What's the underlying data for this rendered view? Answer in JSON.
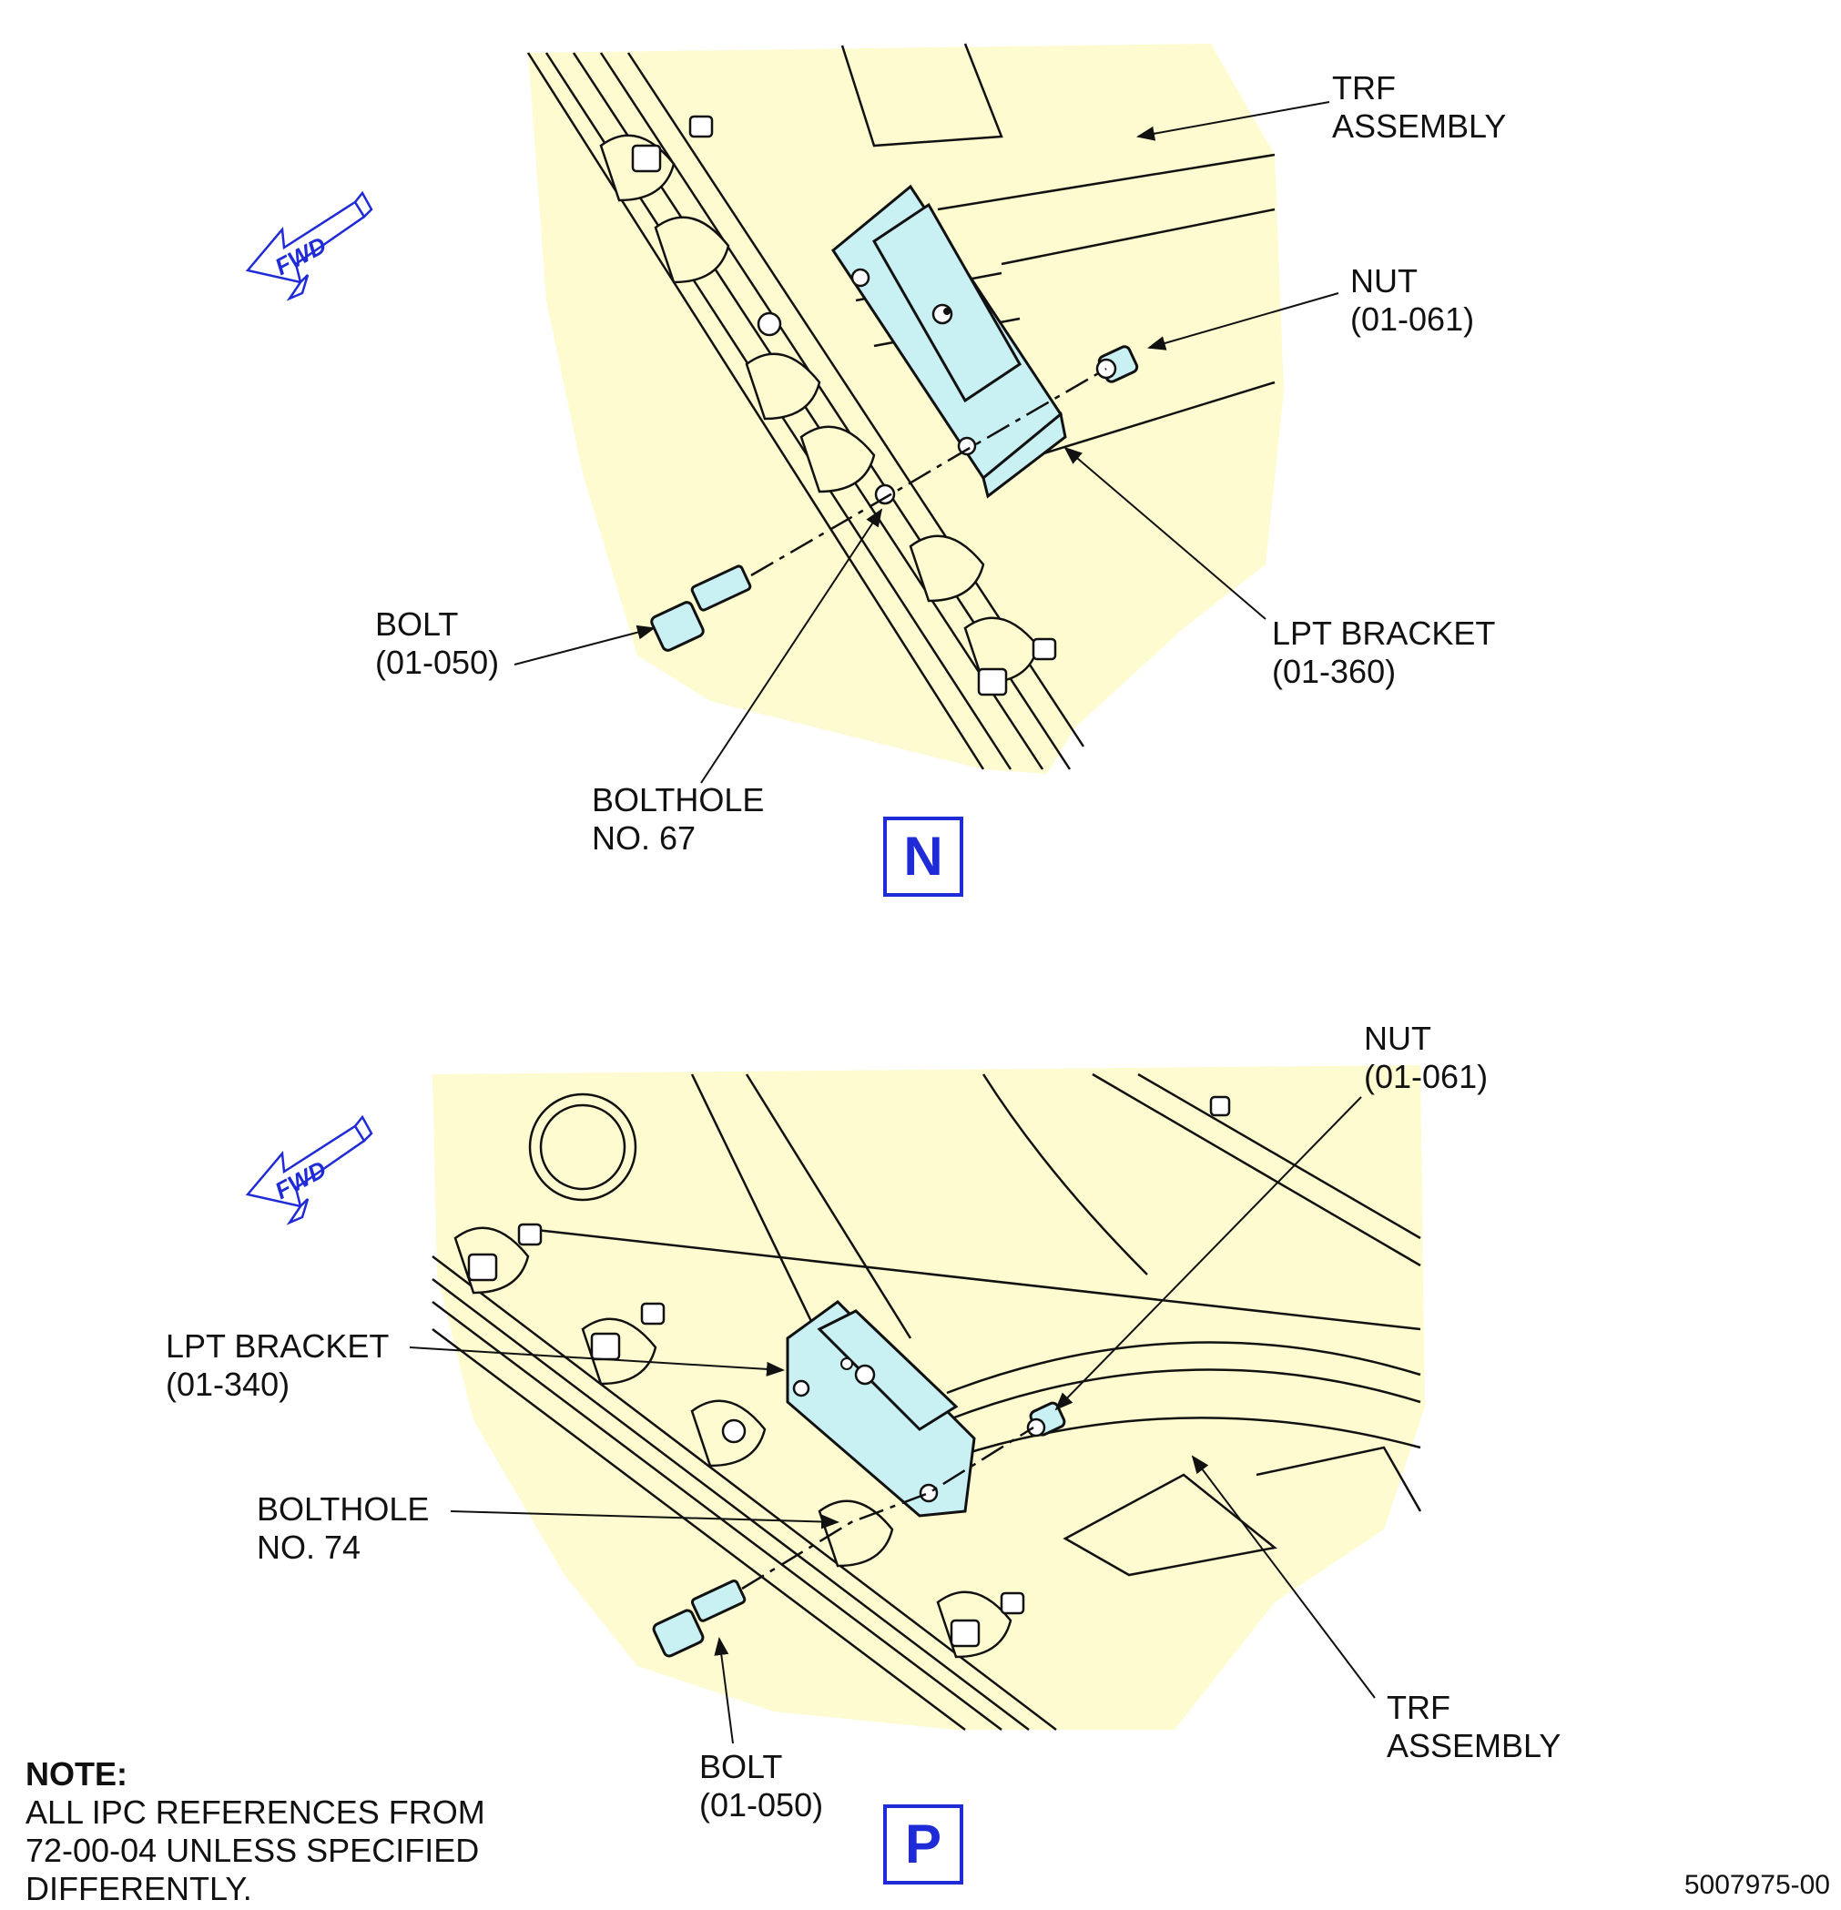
{
  "view_n": {
    "id": "N",
    "labels": {
      "trf_line1": "TRF",
      "trf_line2": "ASSEMBLY",
      "nut_line1": "NUT",
      "nut_line2": "(01-061)",
      "bolt_line1": "BOLT",
      "bolt_line2": "(01-050)",
      "bracket_line1": "LPT BRACKET",
      "bracket_line2": "(01-360)",
      "bolthole_line1": "BOLTHOLE",
      "bolthole_line2": "NO. 67"
    },
    "fwd": "FWD"
  },
  "view_p": {
    "id": "P",
    "labels": {
      "nut_line1": "NUT",
      "nut_line2": "(01-061)",
      "bracket_line1": "LPT BRACKET",
      "bracket_line2": "(01-340)",
      "bolthole_line1": "BOLTHOLE",
      "bolthole_line2": "NO. 74",
      "bolt_line1": "BOLT",
      "bolt_line2": "(01-050)",
      "trf_line1": "TRF",
      "trf_line2": "ASSEMBLY"
    },
    "fwd": "FWD"
  },
  "note": {
    "heading": "NOTE:",
    "line1": "ALL IPC REFERENCES FROM",
    "line2": "72-00-04 UNLESS SPECIFIED",
    "line3": "DIFFERENTLY."
  },
  "doc_number": "5007975-00",
  "colors": {
    "highlight_area": "#fdfbcf",
    "part_highlight": "#c9f0f3",
    "accent_blue": "#1f2bd6",
    "line": "#111111"
  }
}
